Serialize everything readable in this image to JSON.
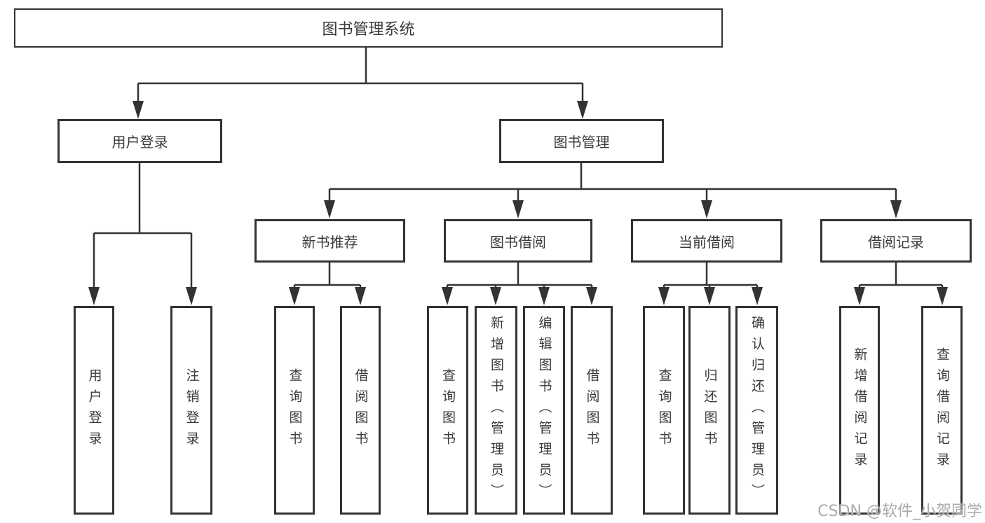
{
  "diagram_title": "图书管理系统",
  "tree": {
    "label": "图书管理系统",
    "children": [
      {
        "label": "用户登录",
        "children": [
          {
            "label": "用户登录"
          },
          {
            "label": "注销登录"
          }
        ]
      },
      {
        "label": "图书管理",
        "children": [
          {
            "label": "新书推荐",
            "children": [
              {
                "label": "查询图书"
              },
              {
                "label": "借阅图书"
              }
            ]
          },
          {
            "label": "图书借阅",
            "children": [
              {
                "label": "查询图书"
              },
              {
                "label": "新增图书（管理员）"
              },
              {
                "label": "编辑图书（管理员）"
              },
              {
                "label": "借阅图书"
              }
            ]
          },
          {
            "label": "当前借阅",
            "children": [
              {
                "label": "查询图书"
              },
              {
                "label": "归还图书"
              },
              {
                "label": "确认归还（管理员）"
              }
            ]
          },
          {
            "label": "借阅记录",
            "children": [
              {
                "label": "新增借阅记录"
              },
              {
                "label": "查询借阅记录"
              }
            ]
          }
        ]
      }
    ]
  },
  "watermark": "CSDN @软件_小贺同学",
  "colors": {
    "line": "#333333",
    "text": "#3a3a3a",
    "box_background": "#ffffff",
    "watermark": "#aaaaaa",
    "page_background": "#ffffff"
  }
}
